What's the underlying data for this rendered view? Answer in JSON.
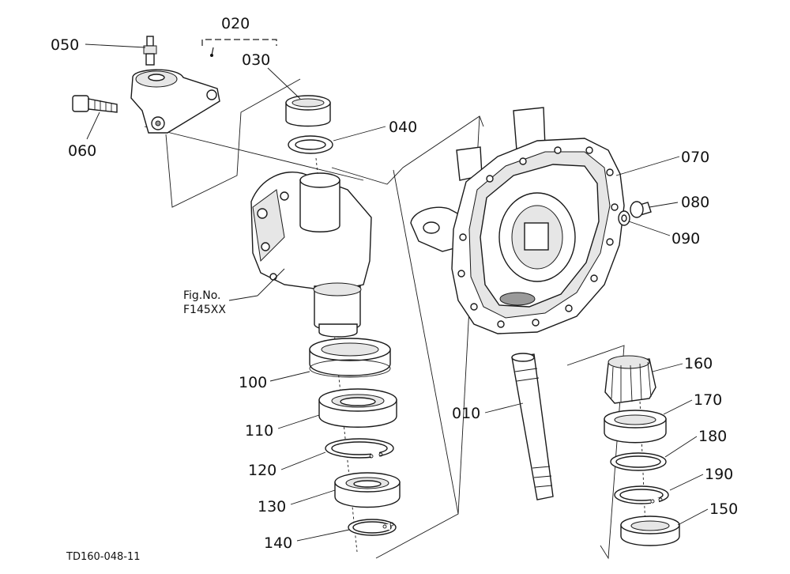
{
  "callouts": {
    "c010": "010",
    "c020": "020",
    "c030": "030",
    "c040": "040",
    "c050": "050",
    "c060": "060",
    "c070": "070",
    "c080": "080",
    "c090": "090",
    "c100": "100",
    "c110": "110",
    "c120": "120",
    "c130": "130",
    "c140": "140",
    "c150": "150",
    "c160": "160",
    "c170": "170",
    "c180": "180",
    "c190": "190"
  },
  "figure_ref": {
    "line1": "Fig.No.",
    "line2": "F145XX"
  },
  "drawing_id": "TD160-048-11"
}
